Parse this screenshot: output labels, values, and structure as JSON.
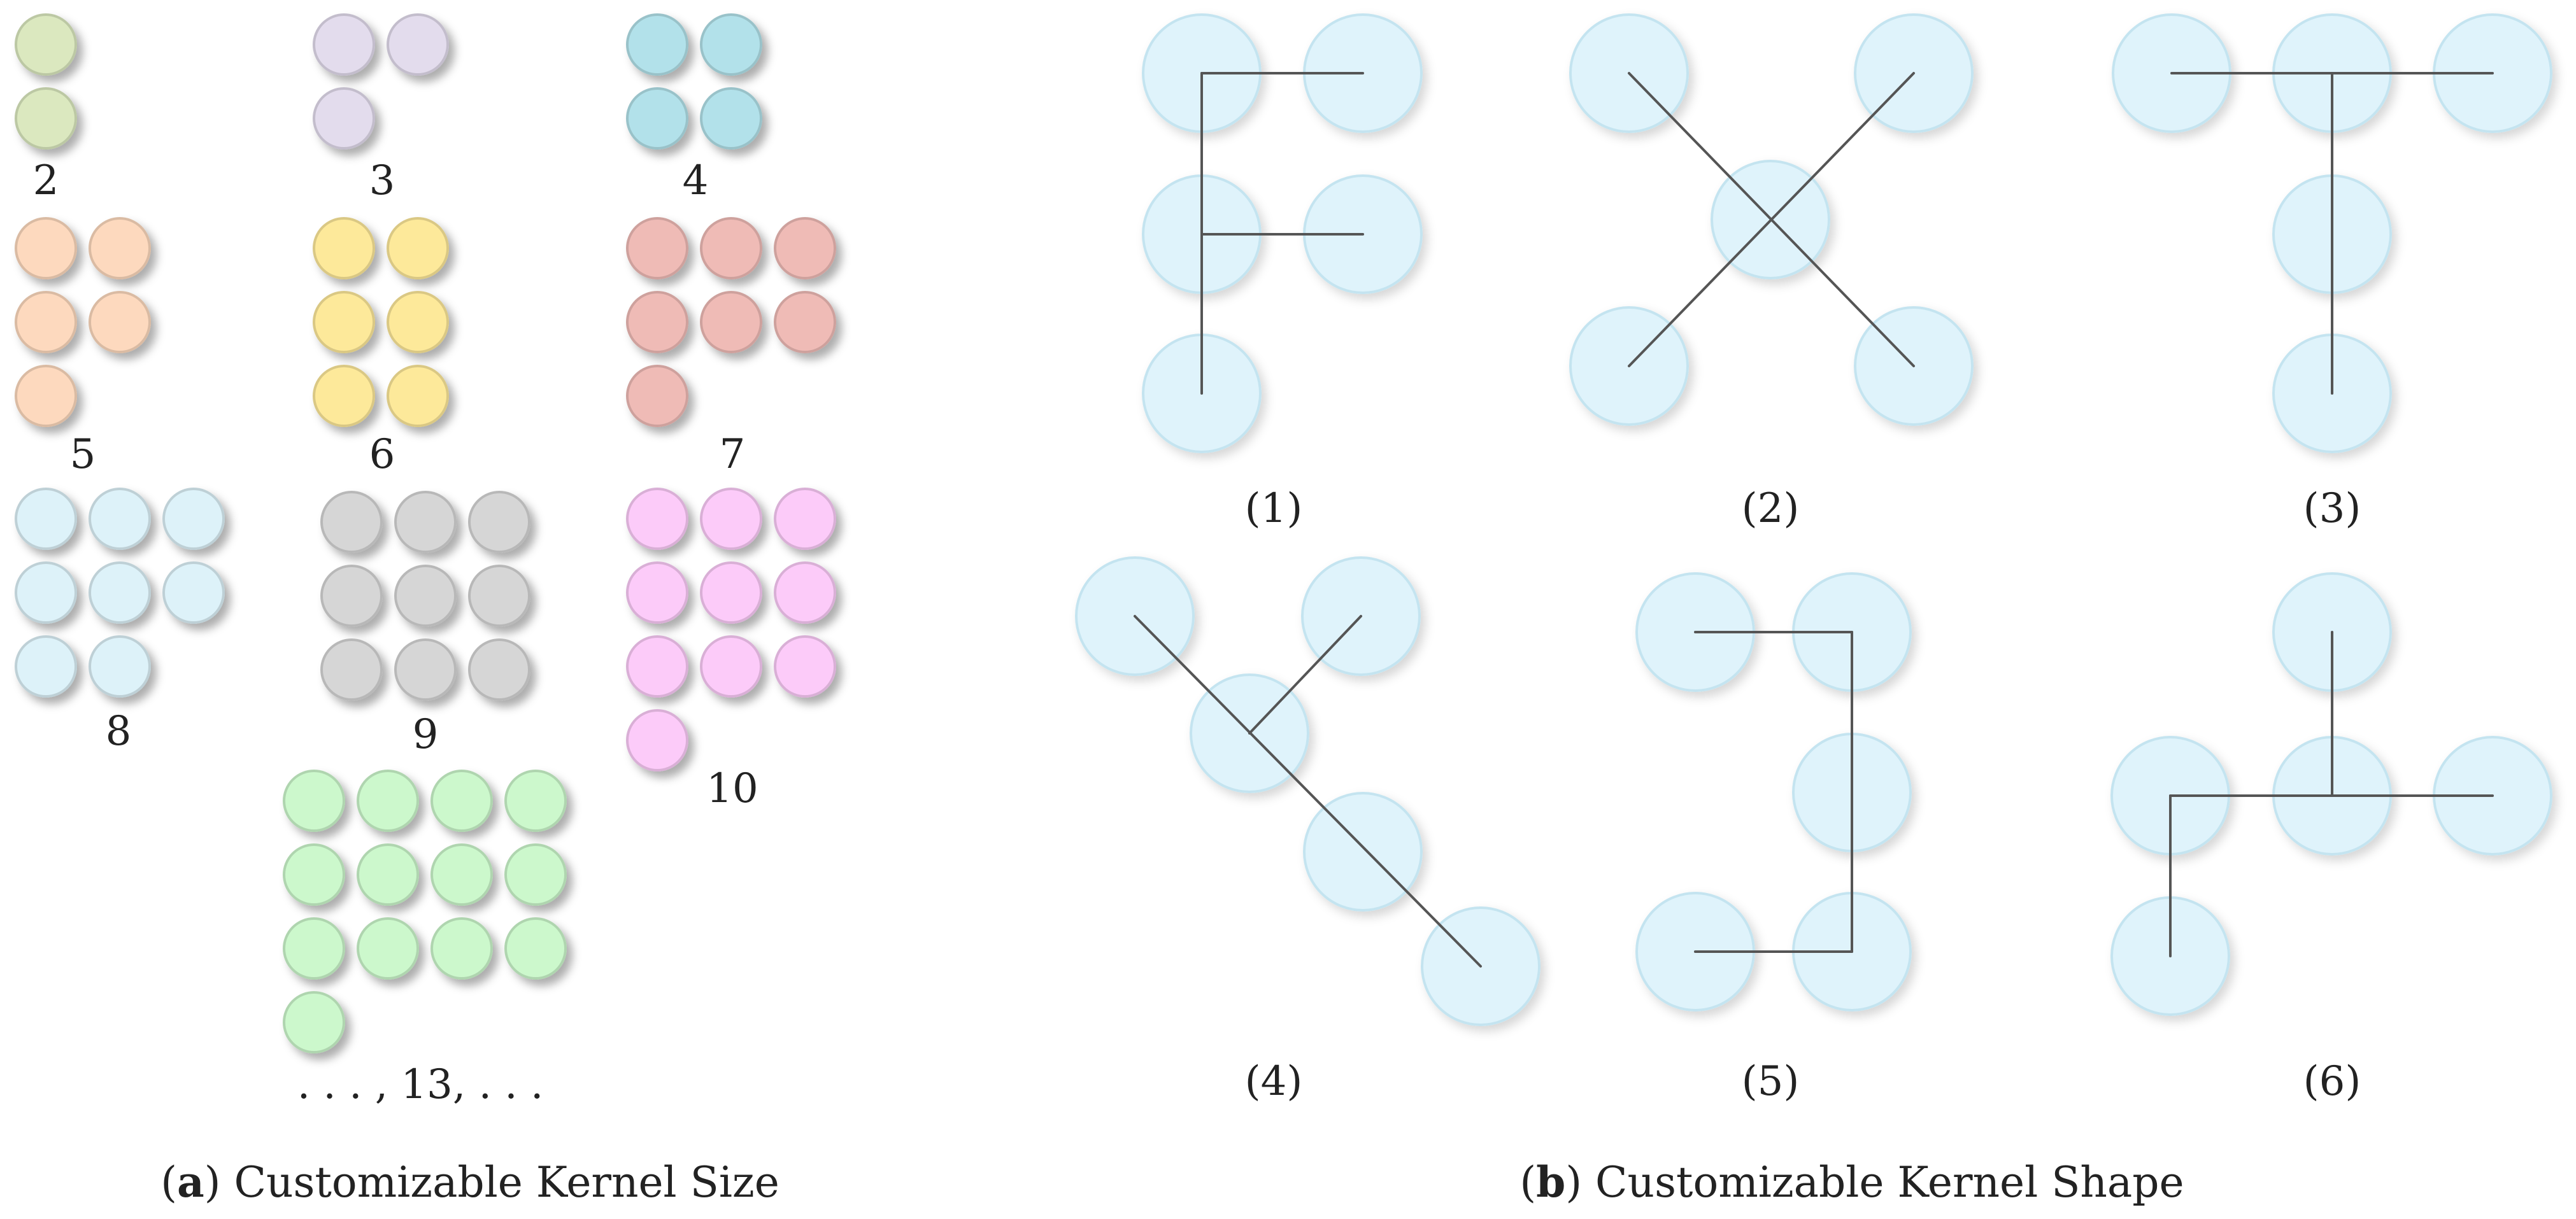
{
  "panel_a": {
    "caption_letter": "a",
    "caption_text": " Customizable Kernel Size",
    "groups": [
      {
        "label": "2",
        "count": 2,
        "color": "#dbe8bf"
      },
      {
        "label": "3",
        "count": 3,
        "color": "#e3dced"
      },
      {
        "label": "4",
        "count": 4,
        "color": "#b2e1ea"
      },
      {
        "label": "5",
        "count": 5,
        "color": "#fdd9be"
      },
      {
        "label": "6",
        "count": 6,
        "color": "#fde99a"
      },
      {
        "label": "7",
        "count": 7,
        "color": "#efbbb6"
      },
      {
        "label": "8",
        "count": 8,
        "color": "#ddf2f9"
      },
      {
        "label": "9",
        "count": 9,
        "color": "#d6d6d6"
      },
      {
        "label": "10",
        "count": 10,
        "color": "#fccbf9"
      },
      {
        "label": ". . . , 13, . . .",
        "count": 13,
        "color": "#ccf8cc"
      }
    ]
  },
  "panel_b": {
    "caption_letter": "b",
    "caption_text": " Customizable Kernel Shape",
    "circle_color": "#dff3fb",
    "shapes": [
      {
        "label": "(1)"
      },
      {
        "label": "(2)"
      },
      {
        "label": "(3)"
      },
      {
        "label": "(4)"
      },
      {
        "label": "(5)"
      },
      {
        "label": "(6)"
      }
    ]
  }
}
